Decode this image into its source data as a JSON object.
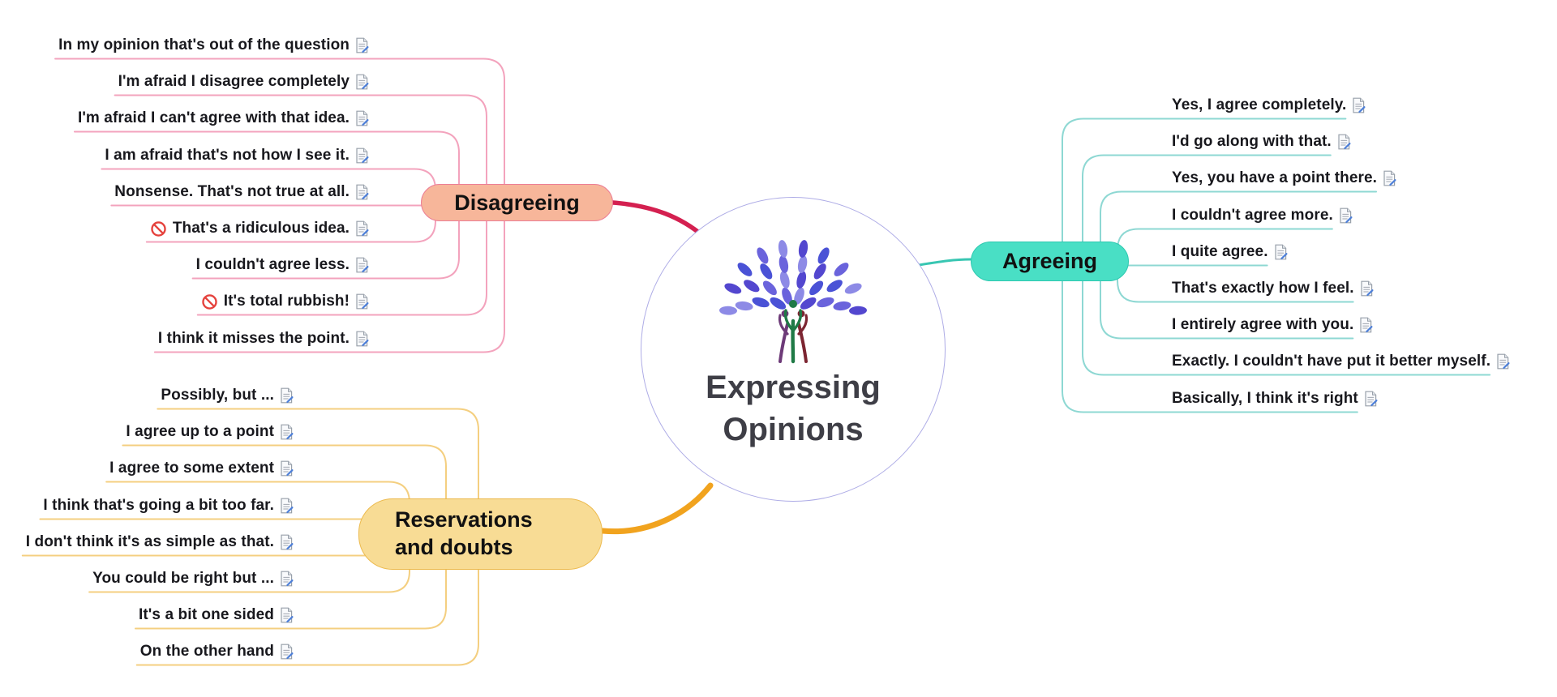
{
  "app": {
    "type": "mind-map"
  },
  "center": {
    "line1": "Expressing",
    "line2": "Opinions",
    "logo": "tree-people-logo"
  },
  "colors": {
    "background": "#ffffff",
    "center_circle_border": "#aeace6",
    "item_text": "#18181d",
    "note_icon_page": "#f9fafc",
    "note_icon_stroke": "#98a0aa",
    "note_icon_pencil": "#4d7fd8",
    "prohibit_icon": "#e5423d"
  },
  "branches": [
    {
      "label": "Disagreeing",
      "color_fill": "#f7b69a",
      "color_border": "#ec7e95",
      "line_color": "#f3a3bd",
      "root_color": "#d42050",
      "items": [
        {
          "text": "In my opinion that's out of the question",
          "note_icon": true
        },
        {
          "text": "I'm afraid I disagree completely",
          "note_icon": true
        },
        {
          "text": "I'm afraid I can't agree with that idea.",
          "note_icon": true
        },
        {
          "text": "I am afraid that's not how I see it.",
          "note_icon": true
        },
        {
          "text": "Nonsense. That's not true at all.",
          "note_icon": true
        },
        {
          "text": "That's a ridiculous idea.",
          "note_icon": true,
          "prohibited": true
        },
        {
          "text": "I couldn't agree less.",
          "note_icon": true
        },
        {
          "text": "It's total rubbish!",
          "note_icon": true,
          "prohibited": true
        },
        {
          "text": "I think it misses the point.",
          "note_icon": true
        }
      ]
    },
    {
      "label": "Reservations and doubts",
      "label_lines": [
        "Reservations",
        "and doubts"
      ],
      "color_fill": "#f8dc95",
      "color_border": "#ecba4e",
      "line_color": "#f4cf80",
      "root_color": "#f1a31e",
      "items": [
        {
          "text": "Possibly, but ...",
          "note_icon": true
        },
        {
          "text": "I agree up to a point",
          "note_icon": true
        },
        {
          "text": "I agree to some extent",
          "note_icon": true
        },
        {
          "text": "I think that's going a bit too far.",
          "note_icon": true
        },
        {
          "text": "I don't think it's as simple as that.",
          "note_icon": true
        },
        {
          "text": "You could be right but ...",
          "note_icon": true
        },
        {
          "text": "It's a bit one sided",
          "note_icon": true
        },
        {
          "text": "On the other hand",
          "note_icon": true
        }
      ]
    },
    {
      "label": "Agreeing",
      "color_fill": "#49dfc5",
      "color_border": "#2ec9b0",
      "line_color": "#8ed8d3",
      "root_color": "#38c6b2",
      "items": [
        {
          "text": "Yes, I agree completely.",
          "note_icon": true
        },
        {
          "text": "I'd go along with that.",
          "note_icon": true
        },
        {
          "text": "Yes, you have a point there.",
          "note_icon": true
        },
        {
          "text": "I couldn't agree more.",
          "note_icon": true
        },
        {
          "text": "I quite agree.",
          "note_icon": true
        },
        {
          "text": "That's exactly how I feel.",
          "note_icon": true
        },
        {
          "text": "I entirely agree with you.",
          "note_icon": true
        },
        {
          "text": "Exactly. I couldn't have put it better myself.",
          "note_icon": true
        },
        {
          "text": "Basically, I think it's right",
          "note_icon": true
        }
      ]
    }
  ]
}
